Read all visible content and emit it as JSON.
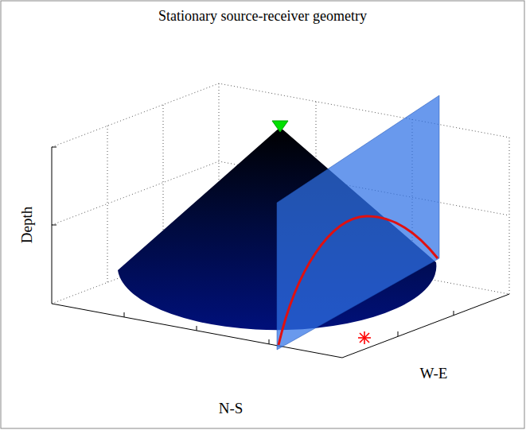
{
  "diagram": {
    "title": "Stationary source-receiver geometry",
    "labels": [
      "Depth",
      "N-S",
      "W-E"
    ]
  }
}
